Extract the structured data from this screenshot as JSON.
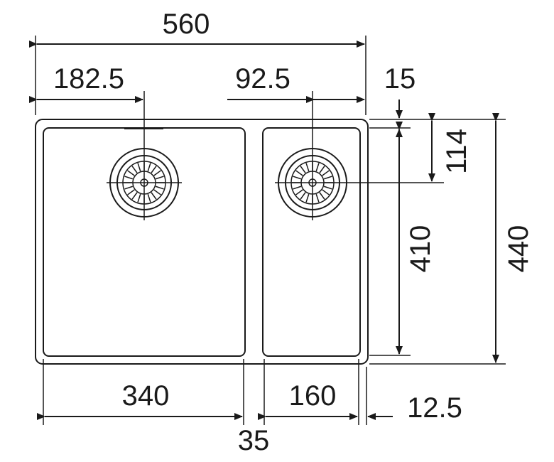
{
  "dimensions": {
    "overall_width": "560",
    "left_drain_offset": "182.5",
    "right_drain_offset": "92.5",
    "right_margin_top": "15",
    "drain_from_top": "114",
    "bowl_depth": "410",
    "overall_depth": "440",
    "left_bowl_width": "340",
    "right_bowl_width": "160",
    "divider_width": "35",
    "right_margin_bottom": "12.5"
  },
  "colors": {
    "line": "#1a1a1a",
    "background": "#ffffff"
  }
}
